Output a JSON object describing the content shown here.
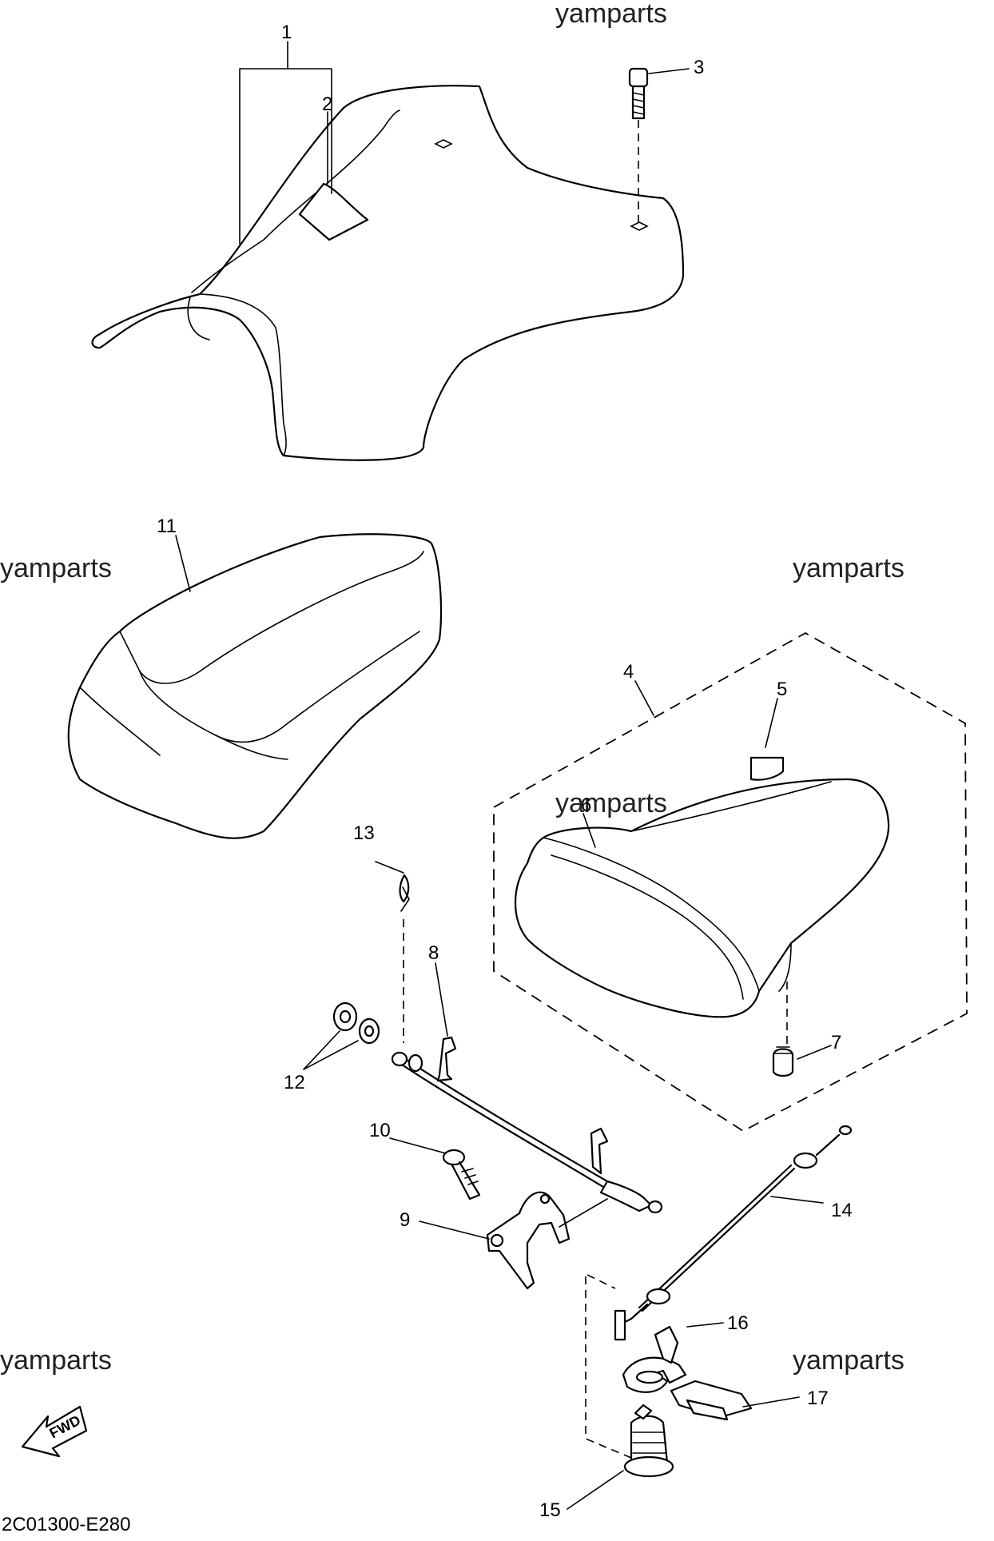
{
  "watermarks": [
    "yamparts",
    "yamparts",
    "yamparts",
    "yamparts",
    "yamparts",
    "yamparts"
  ],
  "callouts": {
    "c1": "1",
    "c2": "2",
    "c3": "3",
    "c4": "4",
    "c5": "5",
    "c6": "6",
    "c7": "7",
    "c8": "8",
    "c9": "9",
    "c10": "10",
    "c11": "11",
    "c12": "12",
    "c13": "13",
    "c14": "14",
    "c15": "15",
    "c16": "16",
    "c17": "17"
  },
  "diagram_code": "2C01300-E280",
  "fwd_label": "FWD"
}
